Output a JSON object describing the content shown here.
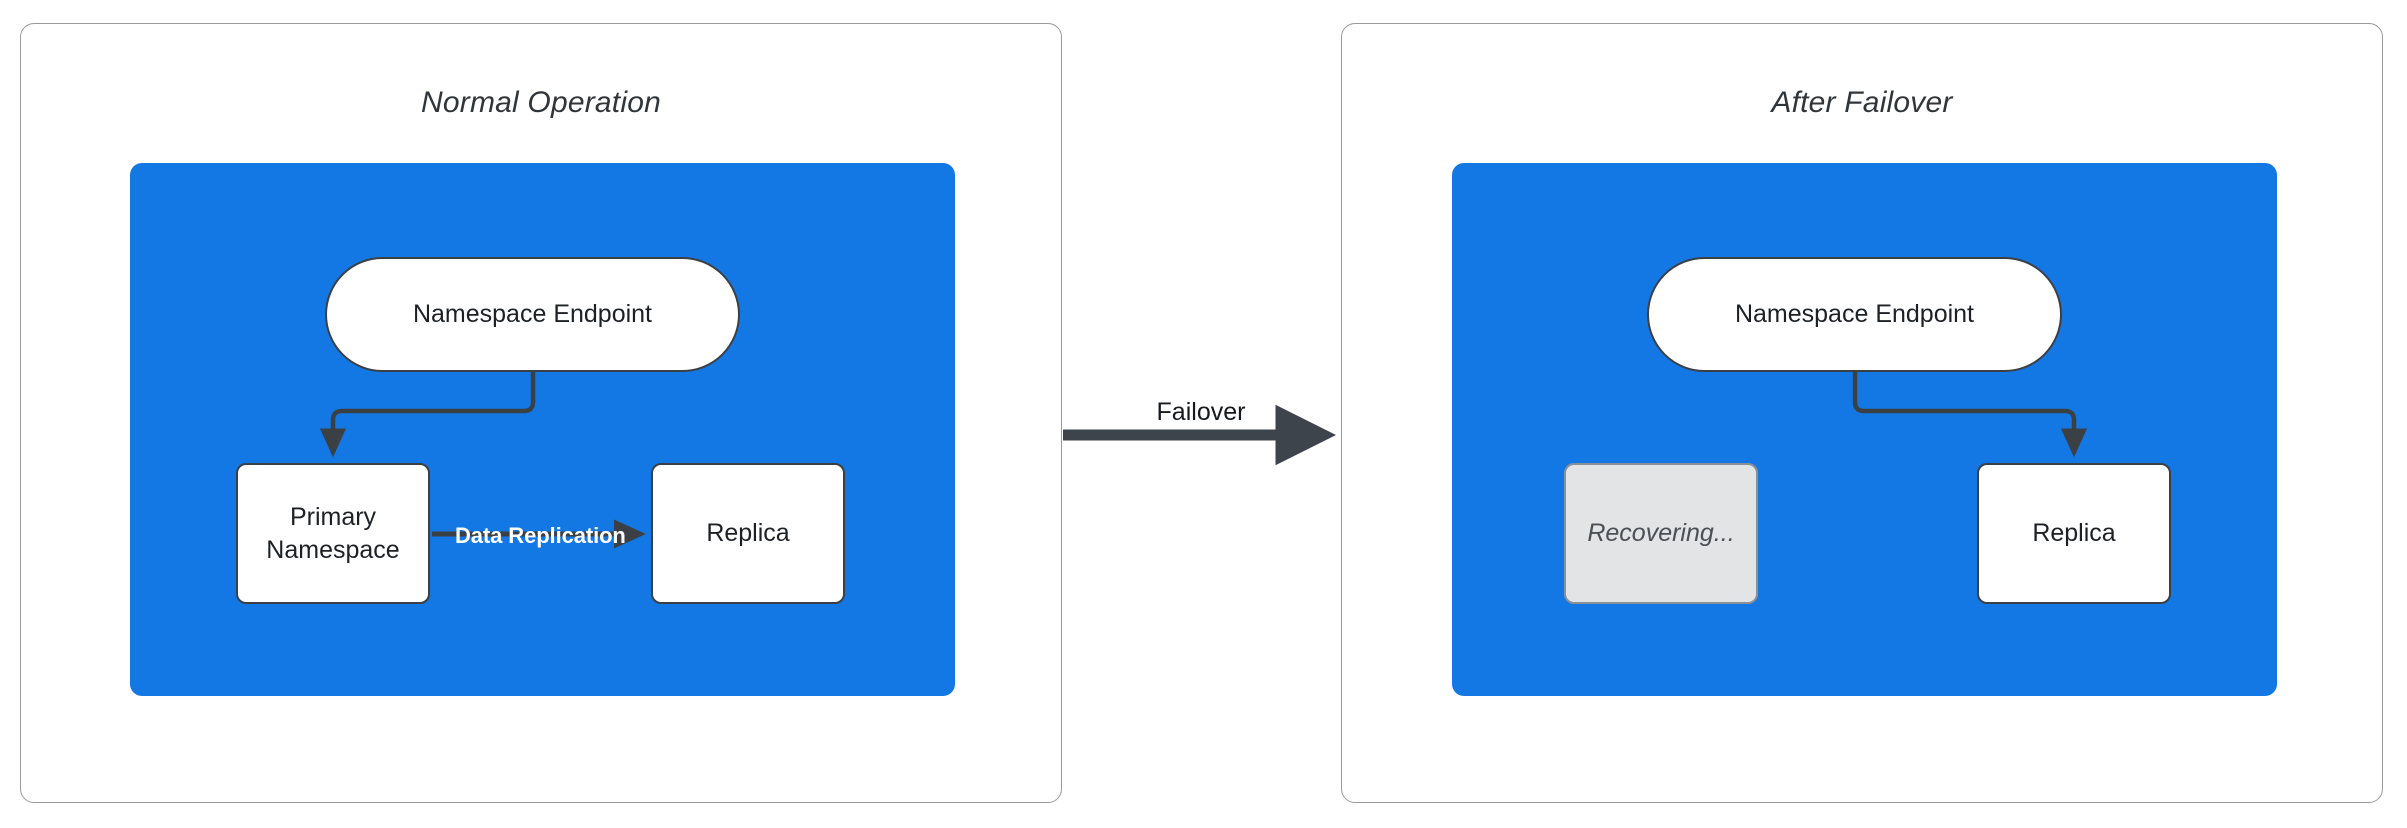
{
  "diagram": {
    "title_left": "Normal Operation",
    "title_right": "After Failover",
    "transition_label": "Failover",
    "accent_blue": "#1378e4",
    "node_stroke": "#3b4045",
    "panel_border": "#9a9a9a",
    "dim_fill": "#e2e4e6",
    "edge_label_color": "#ffffff"
  },
  "left_panel": {
    "title": "Normal Operation",
    "cluster": {
      "nodes": {
        "endpoint": "Namespace Endpoint",
        "primary": "Primary\nNamespace",
        "primary_line1": "Primary",
        "primary_line2": "Namespace",
        "replica": "Replica"
      },
      "edges": {
        "endpoint_to_primary": "",
        "primary_to_replica": "Data Replication"
      }
    }
  },
  "right_panel": {
    "title": "After Failover",
    "cluster": {
      "nodes": {
        "endpoint": "Namespace Endpoint",
        "recovering": "Recovering...",
        "replica": "Replica"
      },
      "edges": {
        "endpoint_to_replica": ""
      }
    }
  },
  "transition": {
    "label": "Failover"
  }
}
